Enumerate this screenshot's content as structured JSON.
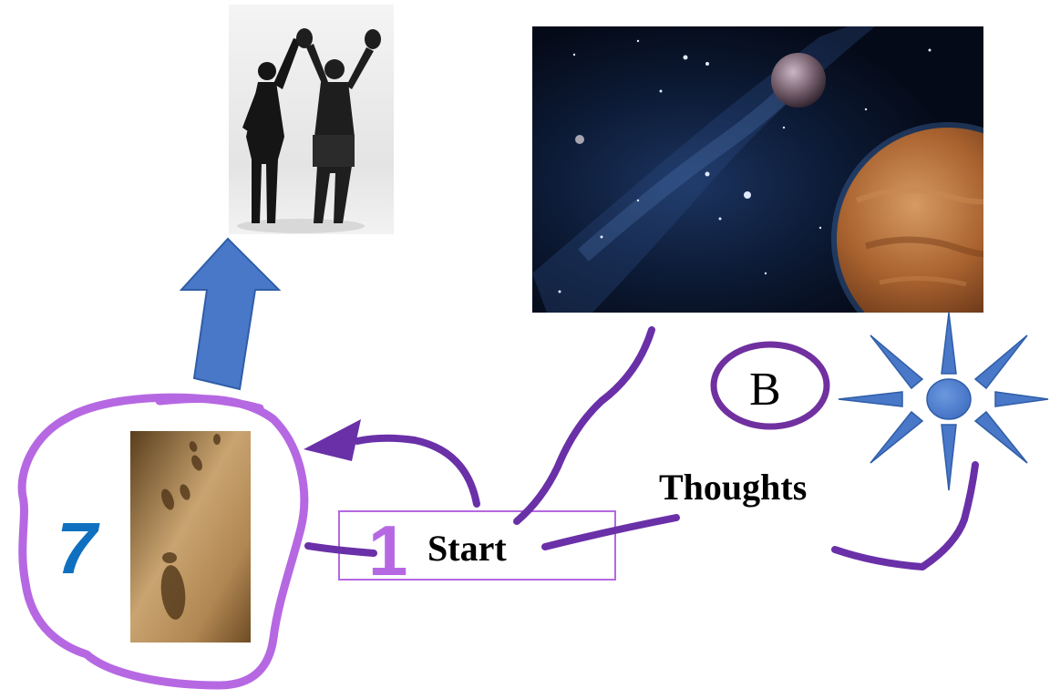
{
  "labels": {
    "start": "Start",
    "thoughts": "Thoughts",
    "b": "B",
    "number_one": "1",
    "number_seven": "7"
  },
  "images": {
    "top_left": "celebrating-boxers-photo",
    "top_right": "space-planet-nebula-photo",
    "bottom_left": "footprints-in-sand-photo"
  },
  "icons": [
    "up-arrow-icon",
    "sun-icon",
    "curved-arrow-icon"
  ],
  "colors": {
    "annotation_purple": "#6a30a8",
    "circle_lavender": "#b668e2",
    "arrow_blue": "#4a78c8",
    "number_blue": "#1070c0",
    "box_border": "#b668e2"
  }
}
